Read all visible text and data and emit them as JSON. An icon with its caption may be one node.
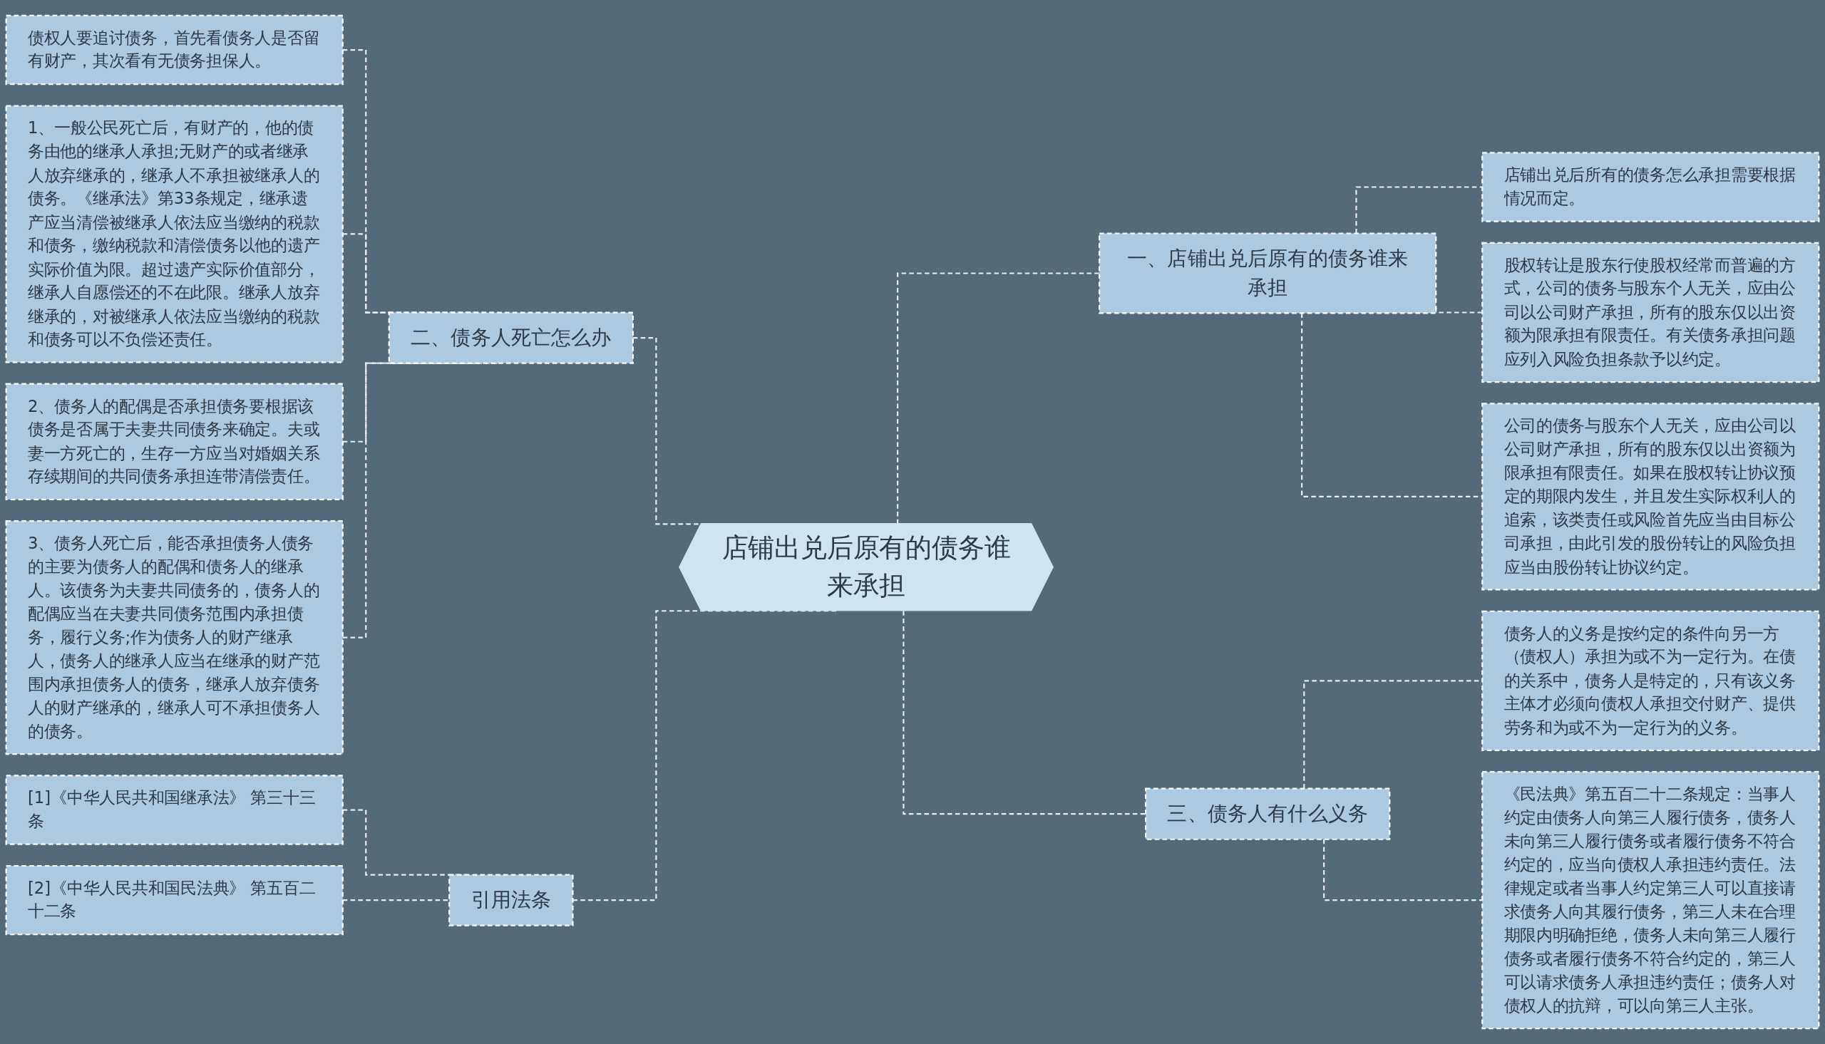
{
  "diagram": {
    "nodes": [
      {
        "text": [
          "店铺出兑后原有的债务谁来承担"
        ]
      },
      {
        "text": [
          "二、债务人死亡怎么办"
        ]
      },
      {
        "text": [
          "债权人要追讨债务，首先看债务人是否留有财产，其次看有无债务担保人。"
        ]
      },
      {
        "text": [
          "1、一般公民死亡后，有财产的，他的债务由他的继承人承担;无财产的或者继承人放弃继承的，继承人不承担被继承人的债务。《继承法》第33条规定，继承遗产应当清偿被继承人依法应当缴纳的税款和债务，缴纳税款和清偿债务以他的遗产实际价值为限。超过遗产实际价值部分，继承人自愿偿还的不在此限。继承人放弃继承的，对被继承人依法应当缴纳的税款和债务可以不负偿还责任。"
        ]
      },
      {
        "text": [
          "2、债务人的配偶是否承担债务要根据该债务是否属于夫妻共同债务来确定。夫或妻一方死亡的，生存一方应当对婚姻关系存续期间的共同债务承担连带清偿责任。"
        ]
      },
      {
        "text": [
          "3、债务人死亡后，能否承担债务人债务的主要为债务人的配偶和债务人的继承人。该债务为夫妻共同债务的，债务人的配偶应当在夫妻共同债务范围内承担债务，履行义务;作为债务人的财产继承人，债务人的继承人应当在继承的财产范围内承担债务人的债务，继承人放弃债务人的财产继承的，继承人可不承担债务人的债务。"
        ]
      },
      {
        "text": [
          "引用法条"
        ]
      },
      {
        "text": [
          "[1]《中华人民共和国继承法》 第三十三条"
        ]
      },
      {
        "text": [
          "[2]《中华人民共和国民法典》 第五百二十二条"
        ]
      },
      {
        "text": [
          "一、店铺出兑后原有的债务谁来承担"
        ]
      },
      {
        "text": [
          "店铺出兑后所有的债务怎么承担需要根据情况而定。"
        ]
      },
      {
        "text": [
          "股权转让是股东行使股权经常而普遍的方式，公司的债务与股东个人无关，应由公司以公司财产承担，所有的股东仅以出资额为限承担有限责任。有关债务承担问题应列入风险负担条款予以约定。"
        ]
      },
      {
        "text": [
          "公司的债务与股东个人无关，应由公司以公司财产承担，所有的股东仅以出资额为限承担有限责任。如果在股权转让协议预定的期限内发生，并且发生实际权利人的追索，该类责任或风险首先应当由目标公司承担，由此引发的股份转让的风险负担应当由股份转让协议约定。"
        ]
      },
      {
        "text": [
          "三、债务人有什么义务"
        ]
      },
      {
        "text": [
          "债务人的义务是按约定的条件向另一方（债权人）承担为或不为一定行为。在债的关系中，债务人是特定的，只有该义务主体才必须向债权人承担交付财产、提供劳务和为或不为一定行为的义务。"
        ]
      },
      {
        "text": [
          "《民法典》第五百二十二条规定：当事人约定由债务人向第三人履行债务，债务人未向第三人履行债务或者履行债务不符合约定的，应当向债权人承担违约责任。法律规定或者当事人约定第三人可以直接请求债务人向其履行债务，第三人未在合理期限内明确拒绝，债务人未向第三人履行债务或者履行债务不符合约定的，第三人可以请求债务人承担违约责任；债务人对债权人的抗辩，可以向第三人主张。"
        ]
      }
    ],
    "edges": [
      {
        "from": 2,
        "to": 1,
        "arrow": "none"
      },
      {
        "from": 3,
        "to": 1,
        "arrow": "none"
      },
      {
        "from": 4,
        "to": 1,
        "arrow": "none"
      },
      {
        "from": 5,
        "to": 1,
        "arrow": "none"
      },
      {
        "from": 1,
        "to": 0,
        "arrow": "none"
      },
      {
        "from": 7,
        "to": 6,
        "arrow": "none"
      },
      {
        "from": 8,
        "to": 6,
        "arrow": "none"
      },
      {
        "from": 6,
        "to": 0,
        "arrow": "none"
      },
      {
        "from": 0,
        "to": 9,
        "arrow": "none"
      },
      {
        "from": 9,
        "to": 10,
        "arrow": "none"
      },
      {
        "from": 9,
        "to": 11,
        "arrow": "none"
      },
      {
        "from": 9,
        "to": 12,
        "arrow": "none"
      },
      {
        "from": 0,
        "to": 13,
        "arrow": "none"
      },
      {
        "from": 13,
        "to": 14,
        "arrow": "none"
      },
      {
        "from": 13,
        "to": 15,
        "arrow": "none"
      }
    ]
  }
}
